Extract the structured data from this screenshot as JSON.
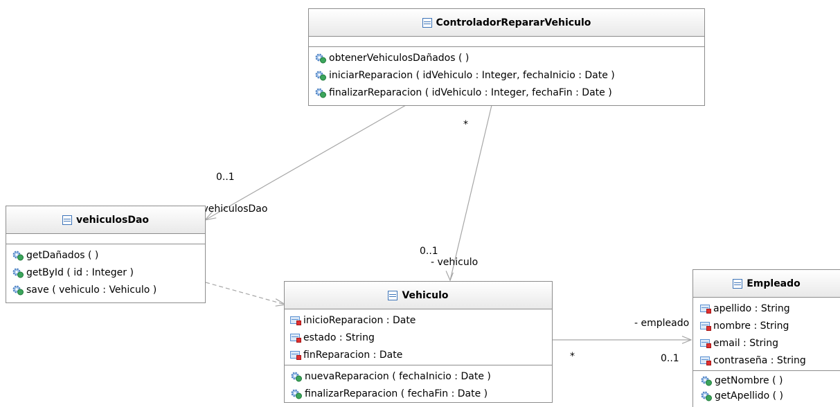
{
  "classes": {
    "controlador": {
      "name": "ControladorRepararVehiculo",
      "attributes": [],
      "operations": [
        "obtenerVehiculosDañados ( )",
        "iniciarReparacion ( idVehiculo : Integer, fechaInicio : Date )",
        "finalizarReparacion ( idVehiculo : Integer, fechaFin : Date )"
      ]
    },
    "vehiculosDao": {
      "name": "vehiculosDao",
      "attributes": [],
      "operations": [
        "getDañados ( )",
        "getById ( id : Integer )",
        "save ( vehiculo : Vehiculo )"
      ]
    },
    "vehiculo": {
      "name": "Vehiculo",
      "attributes": [
        "inicioReparacion : Date",
        "estado : String",
        "finReparacion : Date"
      ],
      "operations": [
        "nuevaReparacion ( fechaInicio : Date )",
        "finalizarReparacion ( fechaFin : Date )"
      ]
    },
    "empleado": {
      "name": "Empleado",
      "attributes": [
        "apellido : String",
        "nombre : String",
        "email : String",
        "contraseña : String"
      ],
      "operations": [
        "getNombre ( )",
        "getApellido ( )"
      ]
    }
  },
  "associations": {
    "controlador_vehiculosDao": {
      "source_multiplicity": "*",
      "target_multiplicity": "0..1",
      "target_role": "- vehiculosDao"
    },
    "controlador_vehiculo": {
      "source_multiplicity": "*",
      "target_multiplicity": "0..1",
      "target_role": "- vehiculo"
    },
    "vehiculo_empleado": {
      "source_multiplicity": "*",
      "target_multiplicity": "0..1",
      "target_role": "- empleado"
    }
  },
  "colors": {
    "class_border": "#8c8c8c",
    "class_icon": "#3b73b8",
    "association_line": "#a6a6a6",
    "attribute_marker": "#e03131",
    "operation_gear": "#4a7fc1",
    "operation_badge": "#3ca55c"
  },
  "icons": {
    "class": "class-icon",
    "attribute": "private-attribute-icon",
    "operation": "public-operation-icon"
  }
}
